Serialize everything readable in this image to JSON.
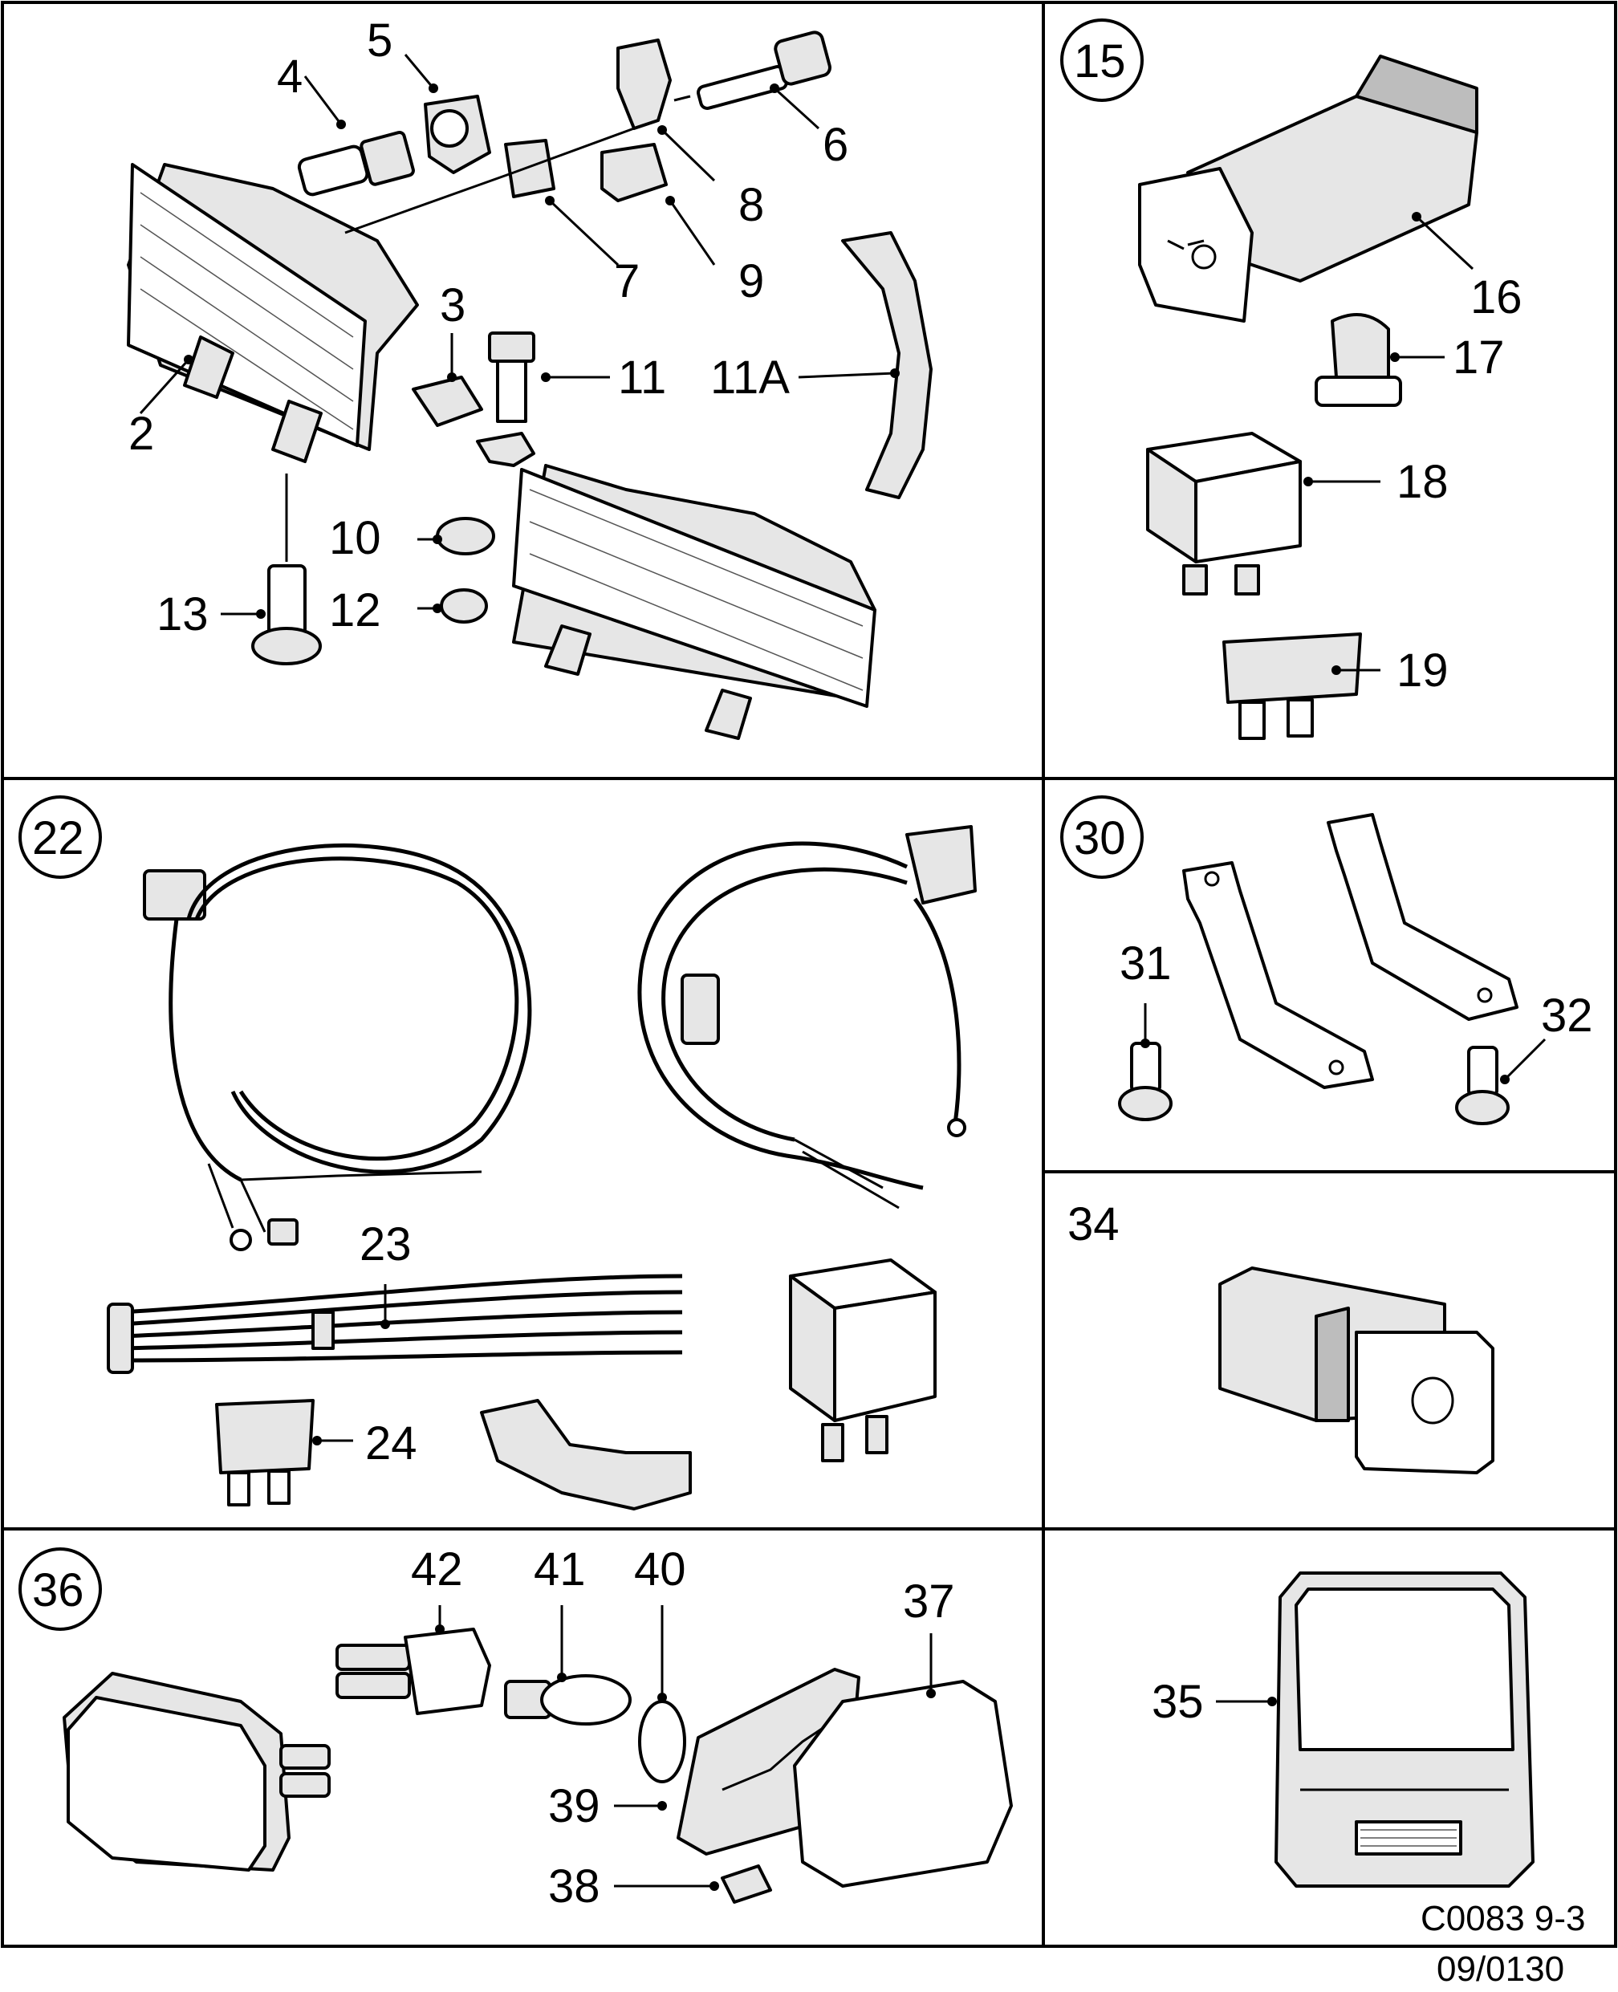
{
  "diagram": {
    "panels": {
      "headlamp": {
        "callouts": [
          "2",
          "3",
          "4",
          "5",
          "6",
          "7",
          "8",
          "9",
          "10",
          "11",
          "11A",
          "12",
          "13"
        ]
      },
      "switch_kit": {
        "group_number": "15",
        "callouts": [
          "16",
          "17",
          "18",
          "19"
        ]
      },
      "wiring_kit": {
        "group_number": "22",
        "callouts": [
          "23",
          "24"
        ]
      },
      "bracket_kit": {
        "group_number": "30",
        "callouts": [
          "31",
          "32"
        ]
      },
      "switch_single": {
        "callouts": [
          "34"
        ]
      },
      "side_lamp": {
        "group_number": "36",
        "callouts": [
          "37",
          "38",
          "39",
          "40",
          "41",
          "42"
        ]
      },
      "cover": {
        "callouts": [
          "35"
        ]
      }
    },
    "footer": {
      "drawing_code": "C0083 9-3",
      "date_code": "09/0130"
    }
  }
}
